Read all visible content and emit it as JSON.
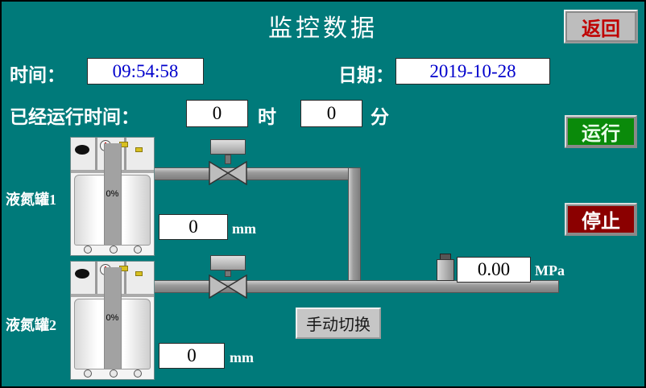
{
  "title": "监控数据",
  "header": {
    "back_button": "返回"
  },
  "clock": {
    "time_label": "时间：",
    "time_value": "09:54:58",
    "date_label": "日期：",
    "date_value": "2019-10-28"
  },
  "runtime": {
    "label": "已经运行时间：",
    "hours_value": "0",
    "hours_unit": "时",
    "minutes_value": "0",
    "minutes_unit": "分"
  },
  "controls": {
    "run_button": "运行",
    "stop_button": "停止",
    "manual_switch_button": "手动切换"
  },
  "tank1": {
    "label": "液氮罐1",
    "percent": "0%",
    "level_value": "0",
    "level_unit": "mm"
  },
  "tank2": {
    "label": "液氮罐2",
    "percent": "0%",
    "level_value": "0",
    "level_unit": "mm"
  },
  "pressure": {
    "value": "0.00",
    "unit": "MPa"
  },
  "colors": {
    "background": "#007a7a",
    "run_green": "#0a8a0a",
    "stop_red": "#8b0000",
    "back_red": "#c00000",
    "value_blue": "#0000cc"
  }
}
